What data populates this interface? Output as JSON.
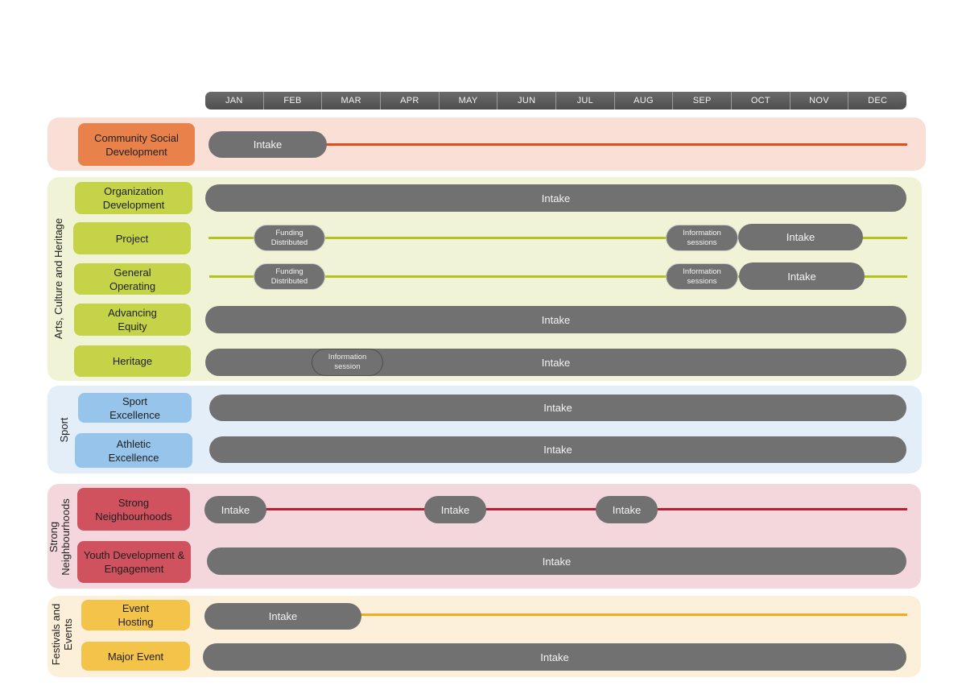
{
  "months": [
    "JAN",
    "FEB",
    "MAR",
    "APR",
    "MAY",
    "JUN",
    "JUL",
    "AUG",
    "SEP",
    "OCT",
    "NOV",
    "DEC"
  ],
  "colors": {
    "pill": "#717171",
    "csd_panel": "#f9dfd5",
    "csd_box": "#e8824a",
    "csd_line": "#d9501e",
    "arts_panel": "#f1f3d6",
    "arts_box": "#c4d348",
    "arts_line": "#b3c21f",
    "sport_panel": "#e3eef8",
    "sport_box": "#97c4ea",
    "strong_panel": "#f3d7dc",
    "strong_box": "#d0525f",
    "strong_line": "#be1e2d",
    "fest_panel": "#fdf0da",
    "fest_box": "#f4c34a",
    "fest_line": "#eeac1e"
  },
  "groups": {
    "arts": "Arts, Culture and Heritage",
    "sport": "Sport",
    "strong": "Strong Neighbourhoods",
    "festivals": "Festivals and Events"
  },
  "programs": {
    "community_social_development": "Community Social Development",
    "organization_development": "Organization Development",
    "project": "Project",
    "general_operating": "General Operating",
    "advancing_equity": "Advancing Equity",
    "heritage": "Heritage",
    "sport_excellence": "Sport Excellence",
    "athletic_excellence": "Athletic Excellence",
    "strong_neighbourhoods": "Strong Neighbourhoods",
    "youth_development": "Youth Development & Engagement",
    "event_hosting": "Event Hosting",
    "major_event": "Major Event"
  },
  "labels": {
    "intake": "Intake",
    "funding_distributed": "Funding Distributed",
    "information_sessions": "Information sessions",
    "information_session": "Information session"
  }
}
